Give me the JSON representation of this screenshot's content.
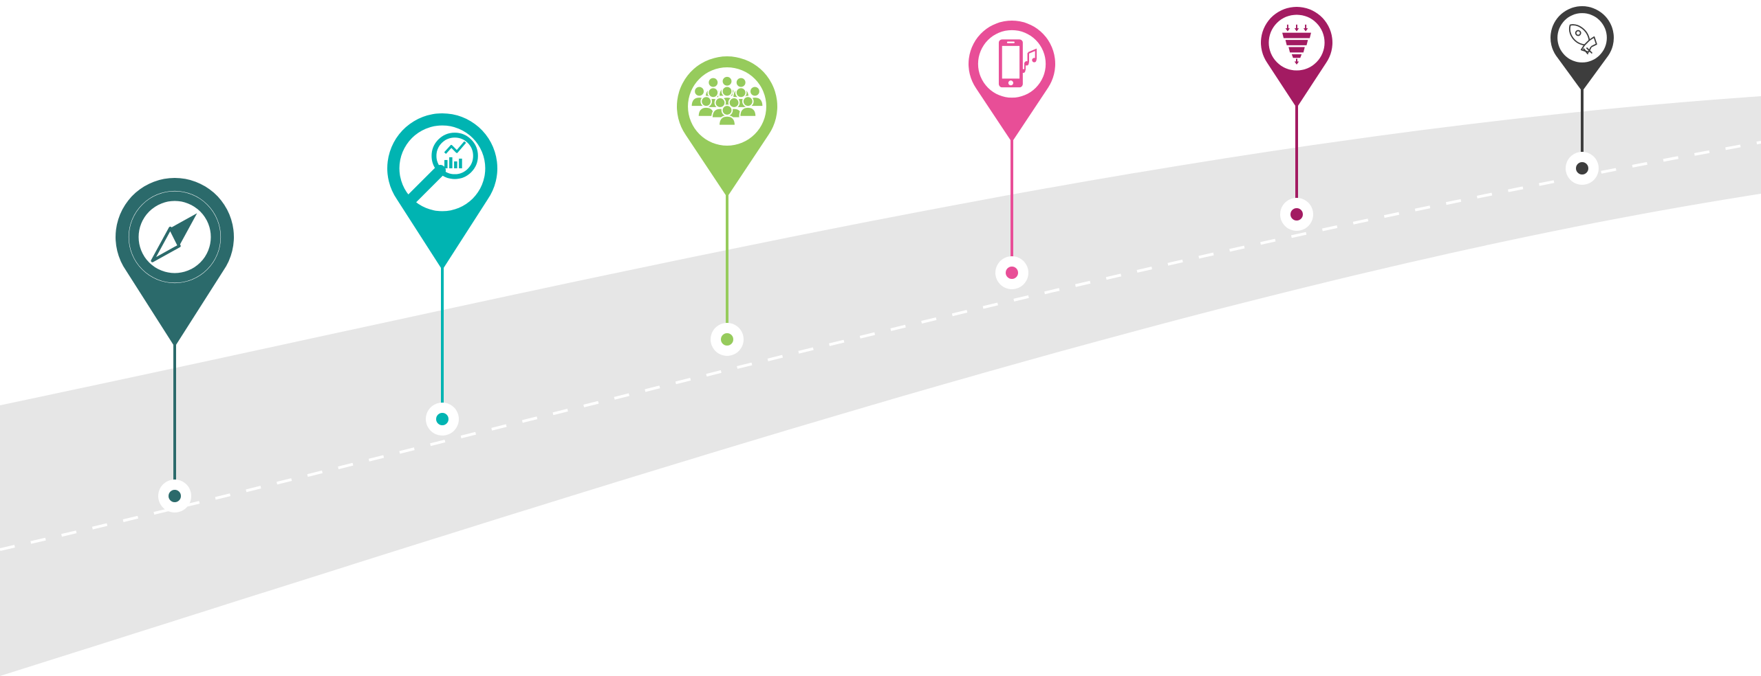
{
  "colors": {
    "background": "#ffffff",
    "road": "#e6e6e6",
    "road_dash": "#ffffff",
    "halo": "#ffffff"
  },
  "milestones": [
    {
      "id": "compass",
      "icon": "compass-icon",
      "color": "#2b6a6b"
    },
    {
      "id": "analytics",
      "icon": "magnifier-chart-icon",
      "color": "#00b4b2"
    },
    {
      "id": "audience",
      "icon": "crowd-icon",
      "color": "#96cb5c"
    },
    {
      "id": "mobile",
      "icon": "smartphone-music-icon",
      "color": "#e84e97"
    },
    {
      "id": "funnel",
      "icon": "funnel-icon",
      "color": "#a31b62"
    },
    {
      "id": "launch",
      "icon": "rocket-icon",
      "color": "#3d3d3d"
    }
  ]
}
